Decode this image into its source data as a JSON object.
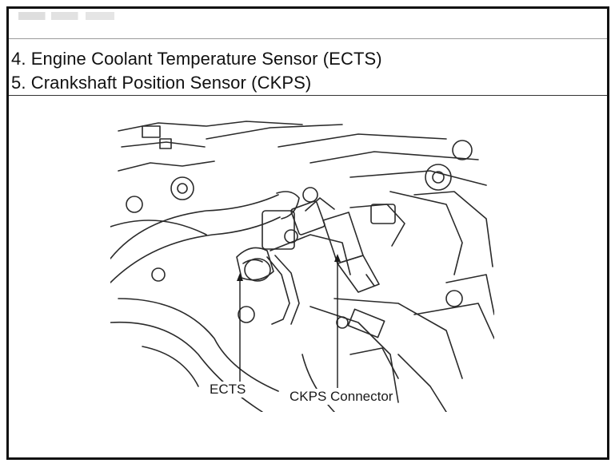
{
  "header": {
    "lines": [
      "4. Engine Coolant Temperature Sensor (ECTS)",
      "5. Crankshaft Position Sensor (CKPS)"
    ]
  },
  "diagram": {
    "labels": {
      "ects": "ECTS",
      "ckps_connector": "CKPS Connector"
    }
  },
  "colors": {
    "border": "#111111",
    "line_art": "#2a2a2a",
    "shade": "#9c9c9c"
  }
}
